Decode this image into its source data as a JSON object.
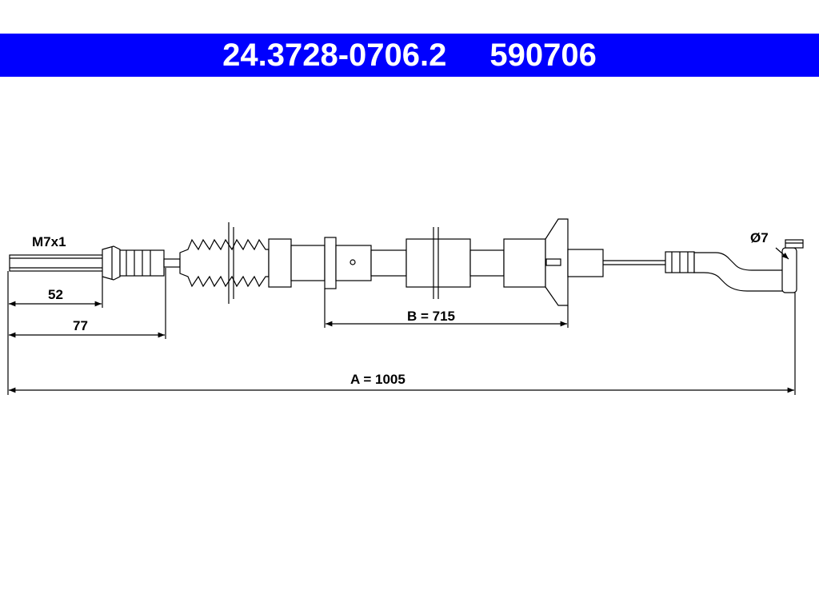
{
  "header": {
    "part_number": "24.3728-0706.2",
    "ref_number": "590706",
    "background": "#0000ff",
    "text_color": "#ffffff"
  },
  "dimensions": {
    "thread": "M7x1",
    "end_diameter": "Ø7",
    "len_52": "52",
    "len_77": "77",
    "len_b": "B = 715",
    "len_a": "A = 1005"
  }
}
